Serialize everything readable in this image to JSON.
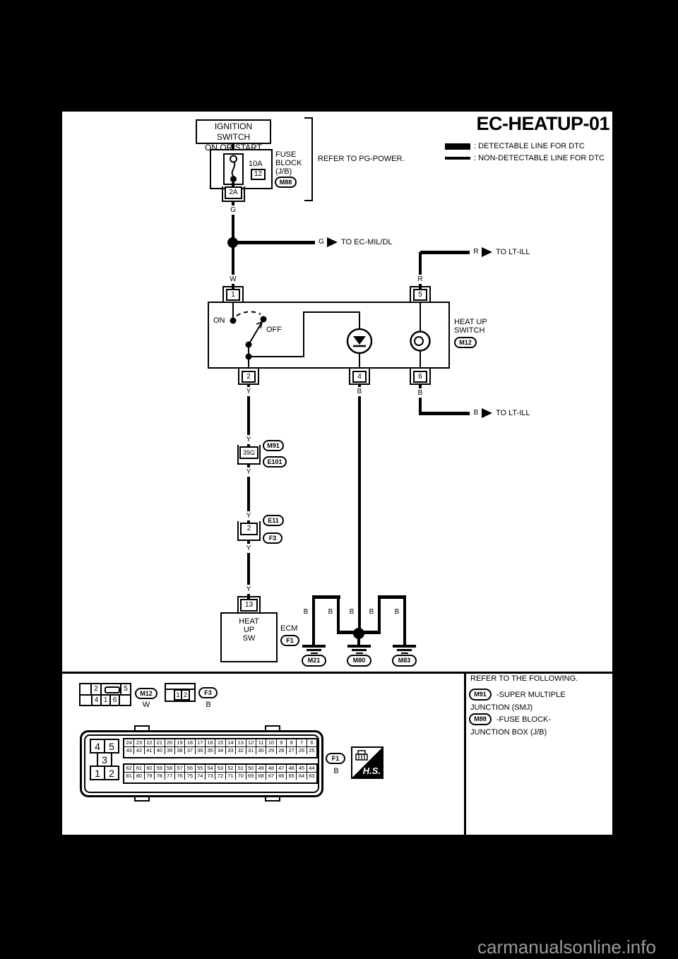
{
  "title": "EC-HEATUP-01",
  "legend": {
    "detectable": ": DETECTABLE LINE FOR DTC",
    "non_detectable": ": NON-DETECTABLE LINE FOR DTC"
  },
  "power": {
    "ignition_line1": "IGNITION SWITCH",
    "ignition_line2": "ON OR START",
    "fuse_rating": "10A",
    "fuse_number": "12",
    "fuse_block_line1": "FUSE",
    "fuse_block_line2": "BLOCK",
    "fuse_block_line3": "(J/B)",
    "fuse_block_connector": "M88",
    "refer_note": "REFER TO PG-POWER.",
    "terminal_2a": "2A"
  },
  "wire_colors": {
    "g": "G",
    "w": "W",
    "r": "R",
    "y": "Y",
    "b": "B"
  },
  "branch_labels": {
    "ec_mil": "TO EC-MIL/DL",
    "lt_ill": "TO LT-ILL"
  },
  "heat_up_switch": {
    "label_line1": "HEAT UP",
    "label_line2": "SWITCH",
    "connector": "M12",
    "state_on": "ON",
    "state_off": "OFF",
    "pin1": "1",
    "pin2": "2",
    "pin4": "4",
    "pin5": "5",
    "pin6": "6"
  },
  "y_path": {
    "smj": {
      "terminal": "39G",
      "upper": "M91",
      "lower": "E101"
    },
    "inline": {
      "terminal": "2",
      "upper": "E11",
      "lower": "F3"
    },
    "ecm": {
      "terminal": "13",
      "box_line1": "HEAT",
      "box_line2": "UP",
      "box_line3": "SW",
      "label": "ECM",
      "connector": "F1"
    }
  },
  "grounds": {
    "g1": "M21",
    "g2": "M80",
    "g3": "M83"
  },
  "footer": {
    "m12_face": {
      "top": [
        "",
        "2",
        "",
        "5"
      ],
      "bottom": [
        "",
        "4",
        "1",
        "6",
        ""
      ],
      "connector": "M12",
      "color": "W"
    },
    "f3_face": {
      "cells": [
        "1",
        "2"
      ],
      "connector": "F3",
      "color": "B"
    },
    "ecm_face": {
      "big_cells": [
        "4",
        "5",
        "3",
        "1",
        "2"
      ],
      "row1": [
        "24",
        "23",
        "22",
        "21",
        "20",
        "19",
        "18",
        "17",
        "16",
        "15",
        "14",
        "13",
        "12",
        "11",
        "10",
        "9",
        "8",
        "7",
        "6"
      ],
      "row2": [
        "43",
        "42",
        "41",
        "40",
        "39",
        "38",
        "37",
        "36",
        "35",
        "34",
        "33",
        "32",
        "31",
        "30",
        "29",
        "28",
        "27",
        "26",
        "25"
      ],
      "row3": [
        "62",
        "61",
        "60",
        "59",
        "58",
        "57",
        "56",
        "55",
        "54",
        "53",
        "52",
        "51",
        "50",
        "49",
        "48",
        "47",
        "46",
        "45",
        "44"
      ],
      "row4": [
        "81",
        "80",
        "79",
        "78",
        "77",
        "76",
        "75",
        "74",
        "73",
        "72",
        "71",
        "70",
        "69",
        "68",
        "67",
        "66",
        "65",
        "64",
        "63"
      ],
      "connector": "F1",
      "color": "B",
      "hs": "H.S."
    },
    "notes": {
      "line1": "REFER TO THE FOLLOWING.",
      "m91": "M91",
      "m91_text": "-SUPER MULTIPLE",
      "m91_text2": "JUNCTION (SMJ)",
      "m88": "M88",
      "m88_text": "-FUSE BLOCK-",
      "m88_text2": "JUNCTION BOX (J/B)"
    }
  },
  "watermark": "carmanualsonline.info"
}
